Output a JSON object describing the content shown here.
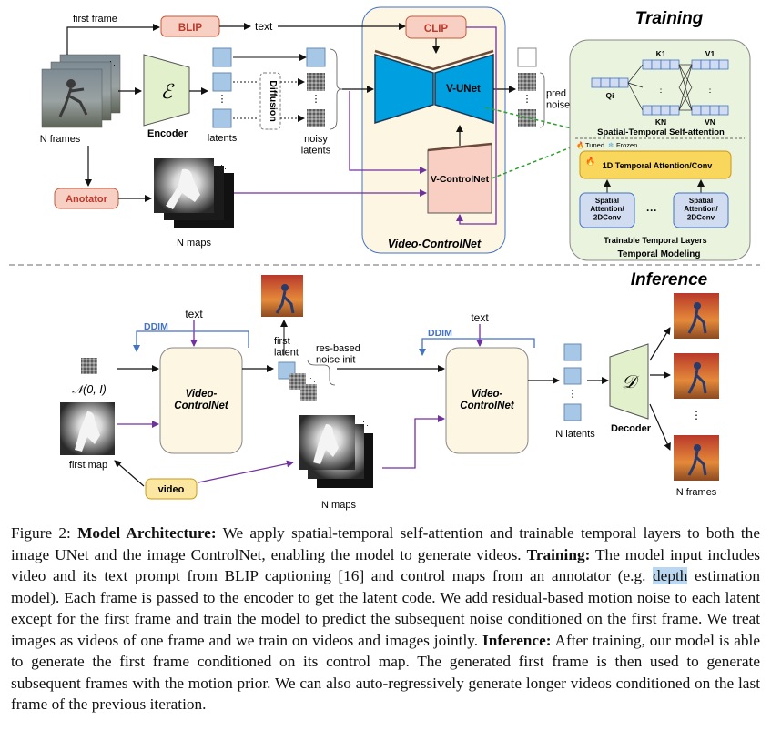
{
  "figure": {
    "training_title": "Training",
    "inference_title": "Inference",
    "labels": {
      "first_frame": "first frame",
      "blip": "BLIP",
      "text": "text",
      "clip": "CLIP",
      "n_frames": "N frames",
      "encoder": "Encoder",
      "encoder_symbol": "ℰ",
      "latents": "latents",
      "diffusion": "Diffusion",
      "noisy_latents": "noisy\nlatents",
      "v_unet": "V-UNet",
      "pred_noise": "pred\nnoise",
      "v_controlnet": "V-ControlNet",
      "anotator": "Anotator",
      "n_maps": "N maps",
      "video_controlnet": "Video-ControlNet",
      "q_i": "Qi",
      "k_1": "K1",
      "k_n": "KN",
      "v_1": "V1",
      "v_n": "VN",
      "spatial_temporal_self_attention": "Spatial-Temporal Self-attention",
      "tuned": "Tuned",
      "frozen": "Frozen",
      "temporal_attention_conv": "1D Temporal Attention/Conv",
      "spatial_attention_2dconv": "Spatial\nAttention/\n2DConv",
      "trainable_temporal_layers": "Trainable Temporal Layers",
      "temporal_modeling": "Temporal Modeling",
      "ddim": "DDIM",
      "noise_dist": "𝒩(0, I)",
      "video_controlnet_block": "Video-\nControlNet",
      "first_latent": "first\nlatent",
      "res_based_noise_init": "res-based\nnoise init",
      "first_map": "first map",
      "video": "video",
      "n_latents": "N latents",
      "decoder": "Decoder",
      "decoder_symbol": "𝒟"
    },
    "colors": {
      "encoder_fill": "#e2f0cb",
      "blip_fill": "#f7cfc3",
      "unet_fill": "#00a0e0",
      "controlnet_fill": "#f8cfc2",
      "panel_fill": "#fdf6e3",
      "latent_fill": "#a7c7e7",
      "temporal_fill": "#f9d65c",
      "attention_fill": "#d1dcf1",
      "right_panel_fill": "#e9f3dd",
      "video_button_fill": "#fbe7a1",
      "ddim_color": "#4472c4",
      "control_arrow": "#7030a0",
      "dashed_green": "#2ca02c"
    }
  },
  "caption": {
    "figure_label": "Figure 2:",
    "model_architecture_heading": "Model Architecture:",
    "model_architecture_text": "We apply spatial-temporal self-attention and trainable temporal layers to both the image UNet and the image ControlNet, enabling the model to generate videos.",
    "training_heading": "Training:",
    "training_text_1": "The model input includes video and its text prompt from BLIP captioning [16] and control maps from an annotator (e.g.",
    "highlighted_word": "depth",
    "training_text_2": "estimation model). Each frame is passed to the encoder to get the latent code. We add residual-based motion noise to each latent except for the first frame and train the model to predict the subsequent noise conditioned on the first frame. We treat images as videos of one frame and we train on videos and images jointly.",
    "inference_heading": "Inference:",
    "inference_text": "After training, our model is able to generate the first frame conditioned on its control map. The generated first frame is then used to generate subsequent frames with the motion prior. We can also auto-regressively generate longer videos conditioned on the last frame of the previous iteration."
  }
}
